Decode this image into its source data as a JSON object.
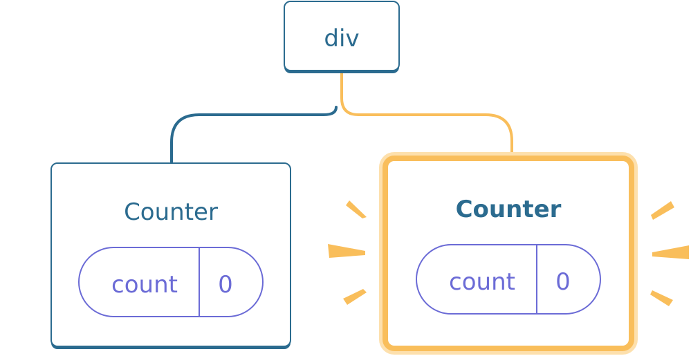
{
  "tree": {
    "root": {
      "label": "div"
    },
    "left_child": {
      "label": "Counter",
      "state": {
        "name": "count",
        "value": "0"
      },
      "highlighted": false
    },
    "right_child": {
      "label": "Counter",
      "state": {
        "name": "count",
        "value": "0"
      },
      "highlighted": true
    }
  },
  "colors": {
    "node_border": "#2b6b8f",
    "node_text": "#2b6b8f",
    "state_border": "#6b6bd6",
    "state_text": "#6b6bd6",
    "highlight": "#f9be5b",
    "highlight_glow": "#fde0ad"
  }
}
